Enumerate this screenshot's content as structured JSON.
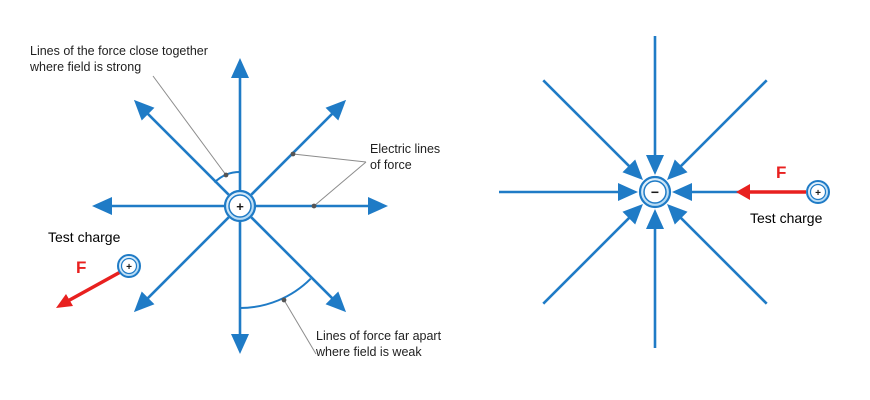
{
  "positive_diagram": {
    "center_sign": "+",
    "annotations": {
      "close_together": [
        "Lines of the force close together",
        "where field is strong"
      ],
      "electric_lines": [
        "Electric lines",
        "of force"
      ],
      "far_apart": [
        "Lines of force far apart",
        "where field is weak"
      ]
    },
    "test_charge_label": "Test charge",
    "test_charge_sign": "+",
    "force_label": "F"
  },
  "negative_diagram": {
    "center_sign": "−",
    "test_charge_label": "Test charge",
    "test_charge_sign": "+",
    "force_label": "F"
  },
  "colors": {
    "field_line": "#1f7bc6",
    "force_arrow": "#e8201f",
    "leader_line": "#8c8c8c",
    "charge_fill": "#d6ecfa",
    "charge_stroke": "#1f7bc6"
  }
}
